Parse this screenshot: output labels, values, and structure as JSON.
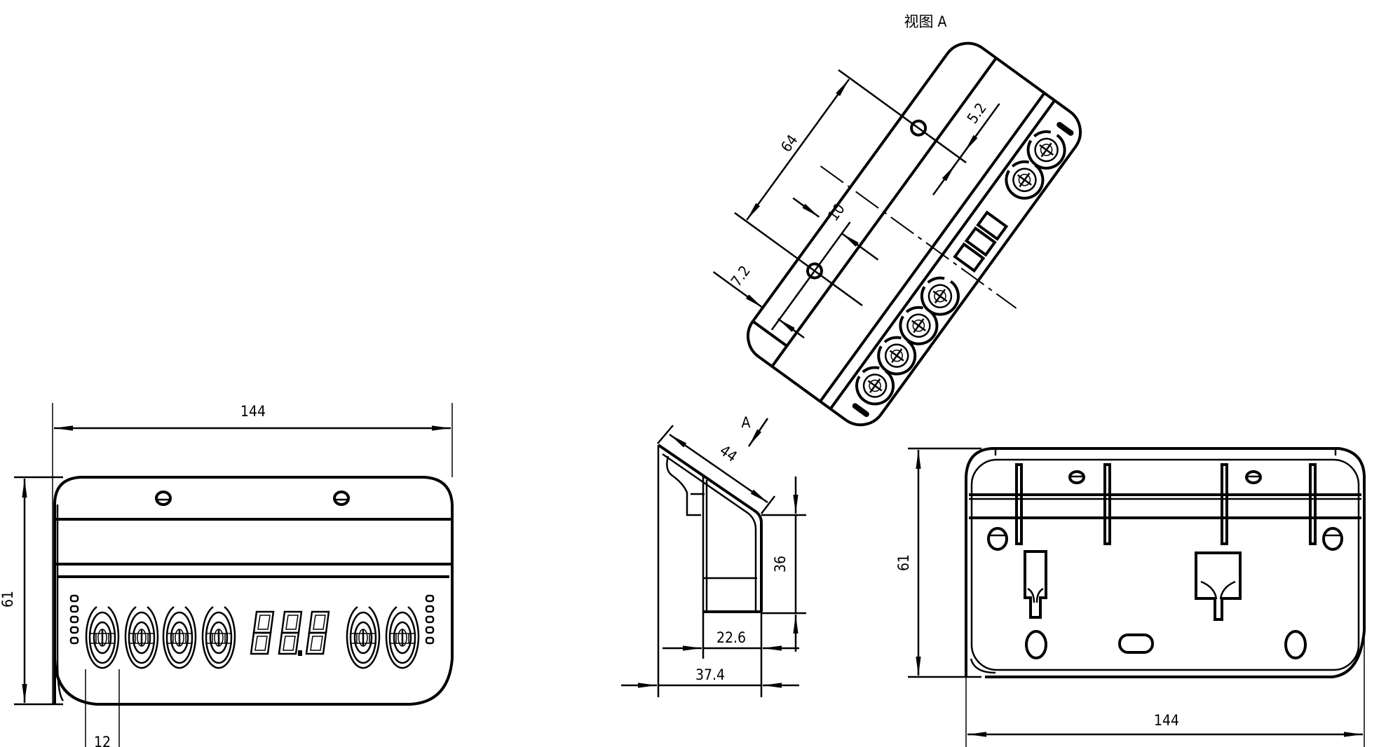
{
  "front_view": {
    "dim_width": "144",
    "dim_height": "61",
    "dim_button_pitch": "12"
  },
  "view_a": {
    "title": "视图 A",
    "dim_hole_spacing": "64",
    "dim_hole_diameter": "5.2",
    "dim_offset": "10",
    "dim_edge": "7.2"
  },
  "side_view": {
    "view_arrow_label": "A",
    "dim_slope": "44",
    "dim_height": "36",
    "dim_depth_inner": "22.6",
    "dim_depth_total": "37.4"
  },
  "rear_view": {
    "dim_width": "144",
    "dim_height": "61"
  }
}
